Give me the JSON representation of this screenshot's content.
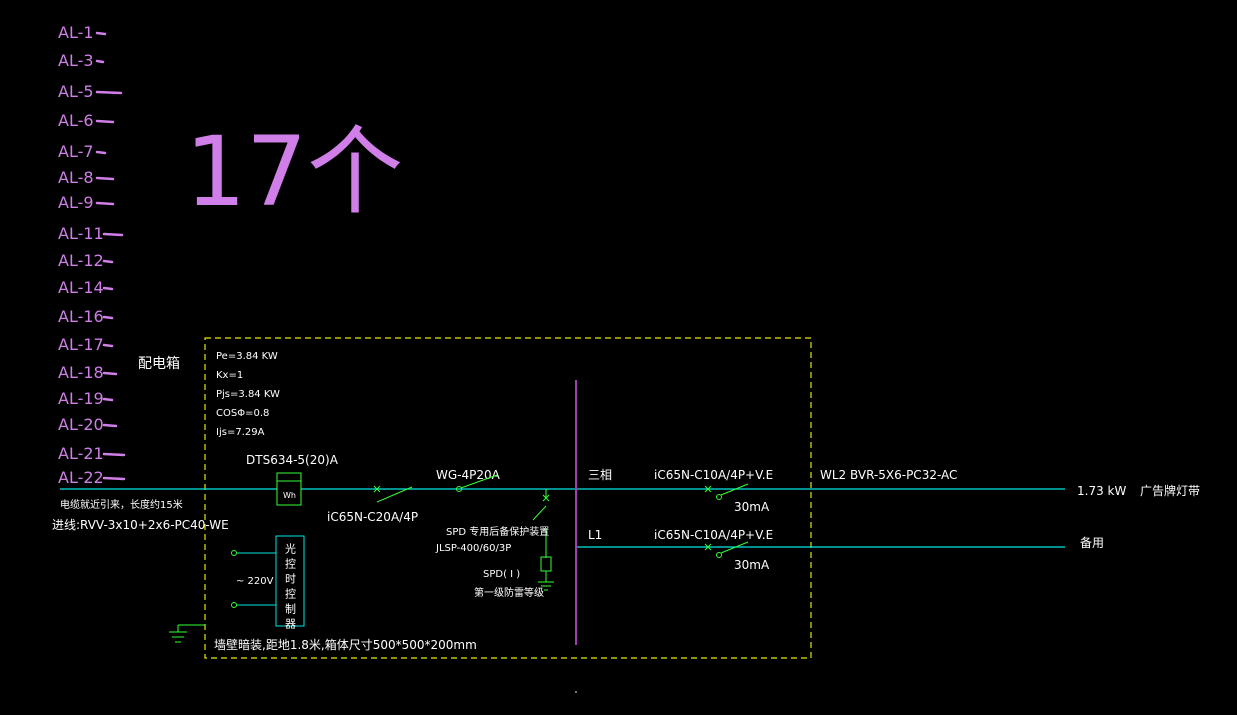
{
  "colors": {
    "background": "#000000",
    "wire_cyan": "#00e5e5",
    "green": "#33ff33",
    "yellow_dash": "#e6e600",
    "magenta_bus": "#a040b0",
    "handwriting": "#d07ee8",
    "text": "#ffffff"
  },
  "circuit_list": [
    "AL-1",
    "AL-3",
    "AL-5",
    "AL-6",
    "AL-7",
    "AL-8",
    "AL-9",
    "AL-11",
    "AL-12",
    "AL-14",
    "AL-16",
    "AL-17",
    "AL-18",
    "AL-19",
    "AL-20",
    "AL-21",
    "AL-22"
  ],
  "annotation_count": "17个",
  "box_title": "配电箱",
  "load_params": [
    "Pe=3.84 KW",
    "Kx=1",
    "Pjs=3.84 KW",
    "COSΦ=0.8",
    "Ijs=7.29A"
  ],
  "meter": {
    "model": "DTS634-5(20)A",
    "symbol": "Wh"
  },
  "main_breaker": "iC65N-C20A/4P",
  "switch": "WG-4P20A",
  "spd": {
    "title": "SPD 专用后备保护装置",
    "model": "JLSP-400/60/3P",
    "label": "SPD( Ⅰ )",
    "sublabel": "第一级防雷等级"
  },
  "controller": {
    "label": "光控时控制器",
    "voltage": "~ 220V"
  },
  "incoming": {
    "line1": "电缆就近引来，长度约15米",
    "line2": "进线:RVV-3x10+2x6-PC40-WE"
  },
  "mounting_note": "墙壁暗装,距地1.8米,箱体尺寸500*500*200mm",
  "branches": [
    {
      "phase": "三相",
      "breaker": "iC65N-C10A/4P+V.E",
      "rcd": "30mA",
      "circuit": "WL2  BVR-5X6-PC32-AC",
      "power": "1.73 kW",
      "load": "广告牌灯带"
    },
    {
      "phase": "L1",
      "breaker": "iC65N-C10A/4P+V.E",
      "rcd": "30mA",
      "circuit": "",
      "power": "",
      "load": "备用"
    }
  ]
}
